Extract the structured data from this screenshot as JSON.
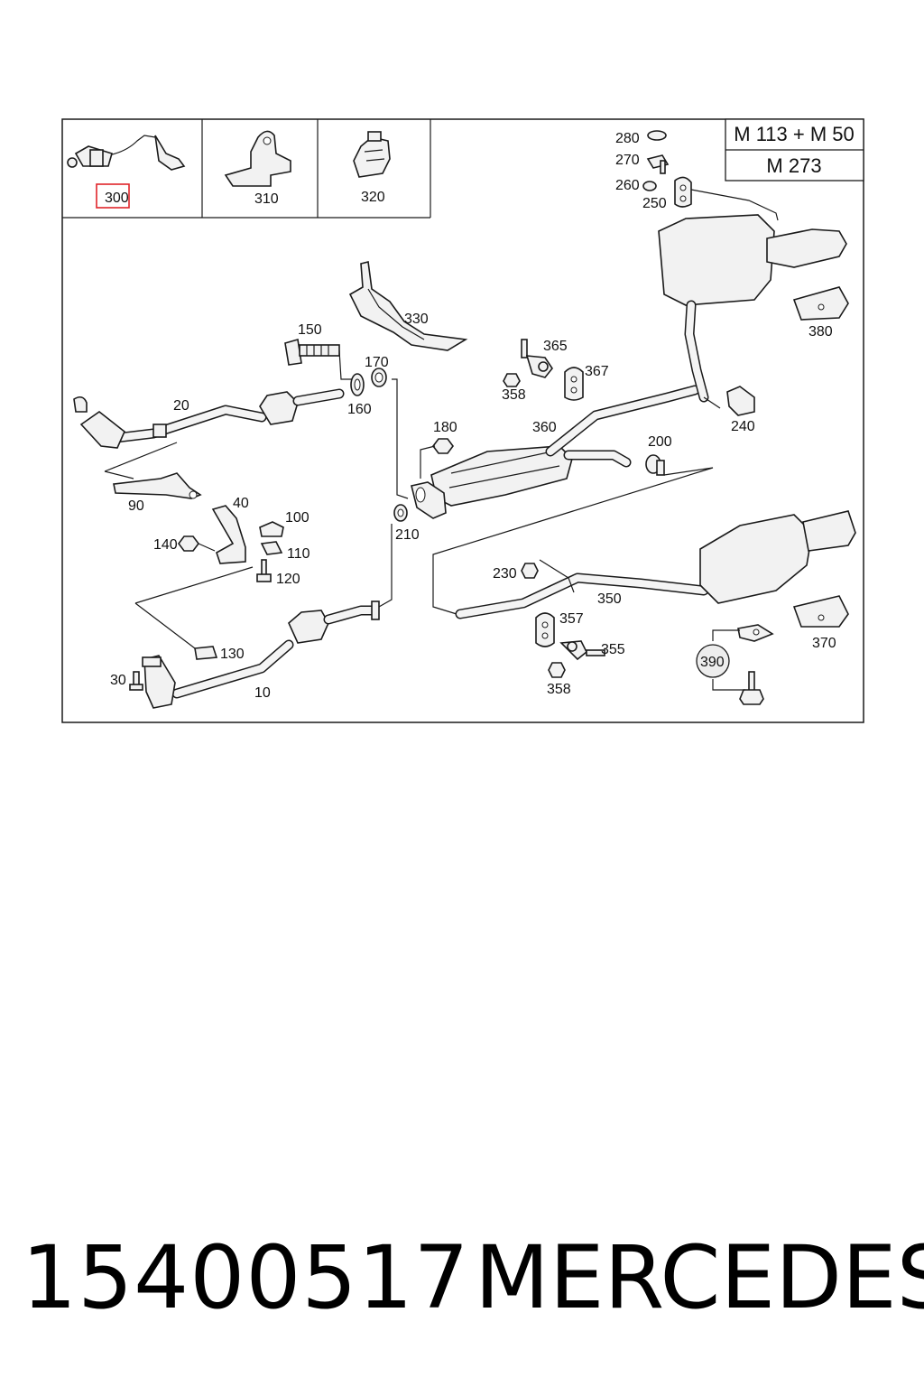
{
  "engines": {
    "row1": "M 113 + M 50",
    "row2": "M 273"
  },
  "highlighted_part": "300",
  "labels": {
    "p10": "10",
    "p20": "20",
    "p30": "30",
    "p40": "40",
    "p90": "90",
    "p100": "100",
    "p110": "110",
    "p120": "120",
    "p130": "130",
    "p140": "140",
    "p150": "150",
    "p160": "160",
    "p170": "170",
    "p180": "180",
    "p200": "200",
    "p210": "210",
    "p230": "230",
    "p240": "240",
    "p250": "250",
    "p260": "260",
    "p270": "270",
    "p280": "280",
    "p300": "300",
    "p310": "310",
    "p320": "320",
    "p330": "330",
    "p350": "350",
    "p355": "355",
    "p357": "357",
    "p358a": "358",
    "p358b": "358",
    "p360": "360",
    "p365": "365",
    "p367": "367",
    "p370": "370",
    "p380": "380",
    "p390": "390"
  },
  "footer": {
    "part_number": "15400517",
    "brand": "MERCEDES"
  },
  "colors": {
    "highlight": "#e0242a",
    "line": "#1a1a1a"
  }
}
